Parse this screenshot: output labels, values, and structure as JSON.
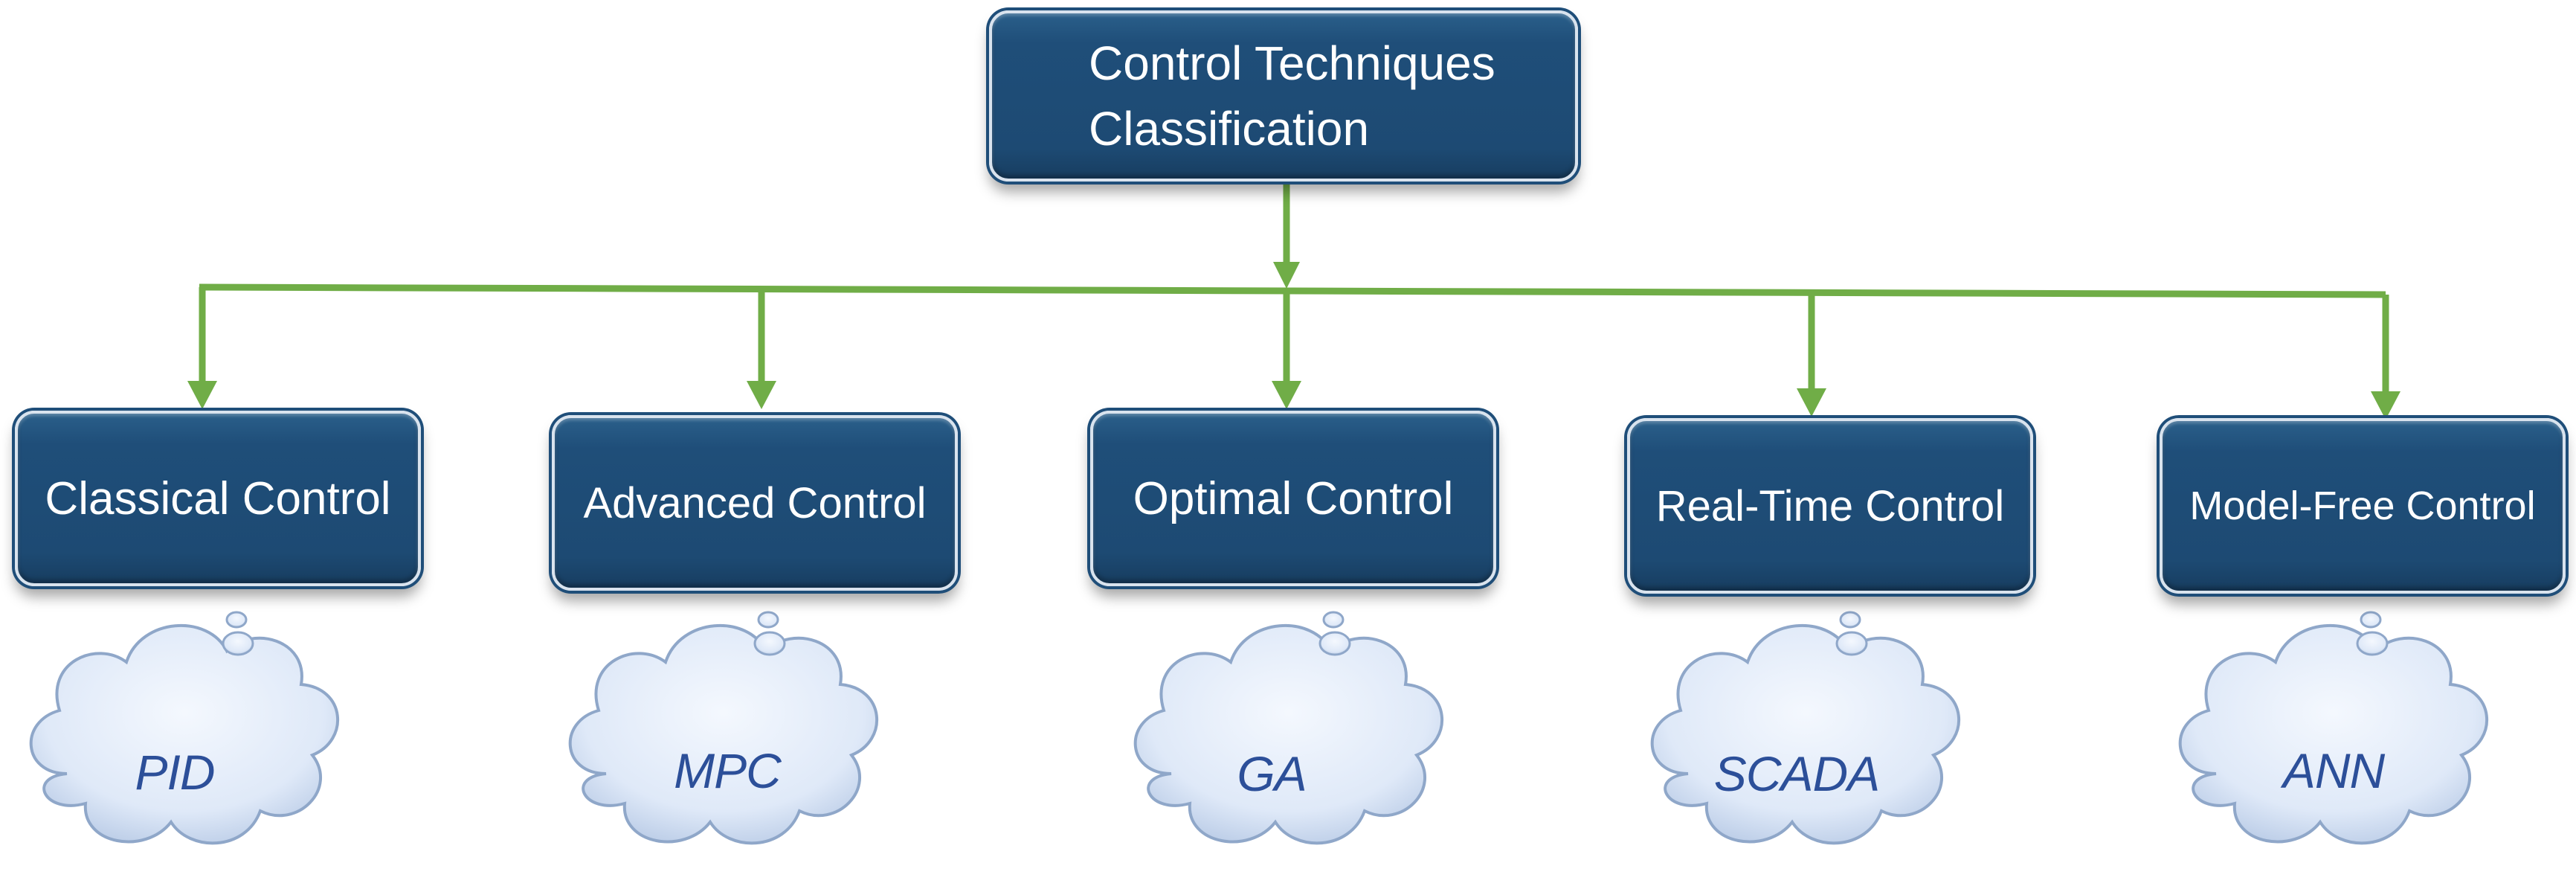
{
  "root": {
    "line1": "Control Techniques",
    "line2": "Classification"
  },
  "categories": [
    {
      "label": "Classical Control",
      "example": "PID"
    },
    {
      "label": "Advanced Control",
      "example": "MPC"
    },
    {
      "label": "Optimal Control",
      "example": "GA"
    },
    {
      "label": "Real-Time Control",
      "example": "SCADA"
    },
    {
      "label": "Model-Free Control",
      "example": "ANN"
    }
  ],
  "colors": {
    "box_fill": "#1f4e79",
    "box_border": "#d9e3ee",
    "connector": "#70ad47",
    "cloud_fill": "#dde8f7",
    "cloud_text": "#2c4f99"
  }
}
